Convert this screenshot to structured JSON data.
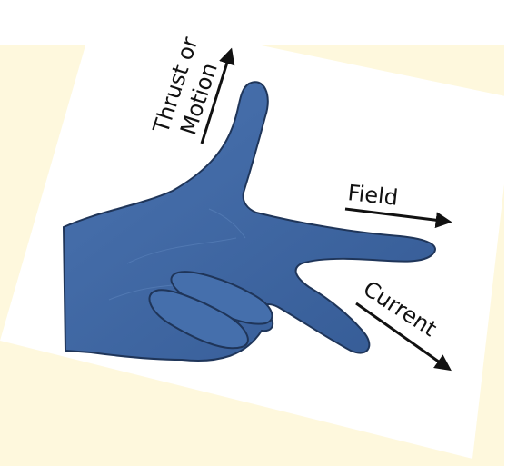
{
  "colors": {
    "panel_background": "#fef8dd",
    "card_background": "#ffffff",
    "hand_fill": "#3e66a3",
    "hand_outline": "#1f3559",
    "arrow": "#111111"
  },
  "labels": {
    "thrust_line1": "Thrust or",
    "thrust_line2": "Motion",
    "field": "Field",
    "current": "Current"
  },
  "icons": {
    "hand": "left-hand-icon"
  }
}
